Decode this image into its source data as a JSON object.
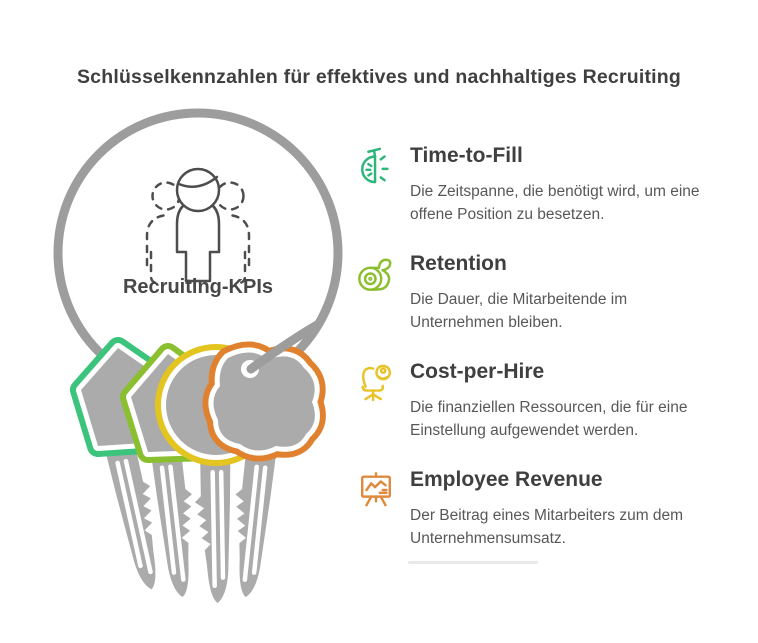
{
  "title": "Schlüsselkennzahlen für effektives und nachhaltiges Recruiting",
  "keyring": {
    "label": "Recruiting-KPIs",
    "ring_color": "#9d9d9d",
    "key_fill": "#ababab",
    "people_stroke": "#4d4d4d",
    "keys": [
      {
        "name": "green-key",
        "color": "#3cc47c"
      },
      {
        "name": "yellow-green-key",
        "color": "#8abf2f"
      },
      {
        "name": "yellow-key",
        "color": "#e4c41f"
      },
      {
        "name": "orange-key",
        "color": "#e0812f"
      }
    ]
  },
  "kpis": [
    {
      "name": "Time-to-Fill",
      "description": "Die Zeitspanne, die benötigt wird, um eine offene Position zu besetzen.",
      "icon": "stopwatch-icon",
      "color": "#2fb57c"
    },
    {
      "name": "Retention",
      "description": "Die Dauer, die Mitarbeitende im Unternehmen bleiben.",
      "icon": "tape-measure-icon",
      "color": "#8cbf2d"
    },
    {
      "name": "Cost-per-Hire",
      "description": "Die finanziellen Ressourcen, die für eine Einstellung aufgewendet werden.",
      "icon": "office-chair-icon",
      "color": "#e7c32a"
    },
    {
      "name": "Employee Revenue",
      "description": "Der Beitrag eines Mitarbeiters zum dem Unternehmensumsatz.",
      "icon": "presentation-chart-icon",
      "color": "#dd8b3e"
    }
  ],
  "text_colors": {
    "title": "#3f3f3f",
    "heading": "#3f3f3f",
    "description": "#585858",
    "label": "#474747"
  }
}
